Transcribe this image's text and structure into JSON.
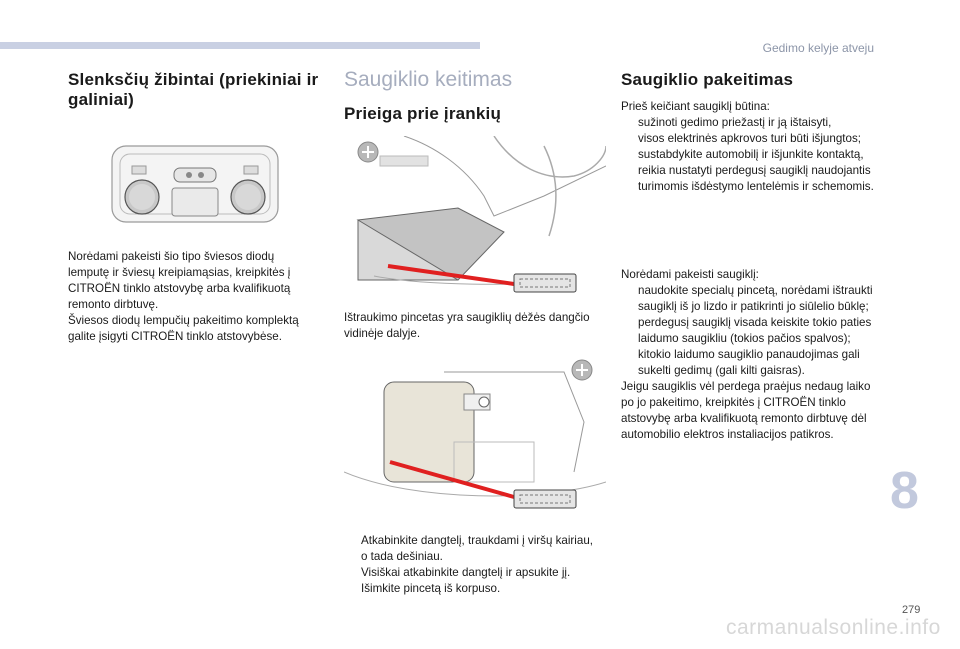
{
  "header": {
    "title": "Gedimo kelyje atveju"
  },
  "left": {
    "heading": "Slenksčių žibintai (priekiniai ir galiniai)",
    "paragraph1": "Norėdami pakeisti šio tipo šviesos diodų lemputę ir šviesų kreipiamąsias, kreipkitės į CITROËN tinklo atstovybę arba kvalifikuotą remonto dirbtuvę.",
    "paragraph2": "Šviesos diodų lempučių pakeitimo komplektą galite įsigyti CITROËN tinklo atstovybėse."
  },
  "middle": {
    "heading": "Saugiklio keitimas",
    "subheading": "Prieiga prie įrankių",
    "caption": "Ištraukimo pincetas yra saugiklių dėžės dangčio vidinėje dalyje.",
    "steps": [
      "Atkabinkite dangtelį, traukdami į viršų kairiau, o tada dešiniau.",
      "Visiškai atkabinkite dangtelį ir apsukite jį.",
      "Išimkite pincetą iš korpuso."
    ]
  },
  "right": {
    "heading": "Saugiklio pakeitimas",
    "intro": "Prieš keičiant saugiklį būtina:",
    "pre_items": [
      "sužinoti gedimo priežastį ir ją ištaisyti,",
      "visos elektrinės apkrovos turi būti išjungtos;",
      "sustabdykite automobilį ir išjunkite kontaktą,",
      "reikia nustatyti perdegusį saugiklį naudojantis turimomis išdėstymo lentelėmis ir schemomis."
    ],
    "intro2": "Norėdami pakeisti saugiklį:",
    "items": [
      "naudokite specialų pincetą, norėdami ištraukti saugiklį iš jo lizdo ir patikrinti jo siūlelio būklę;",
      "perdegusį saugiklį visada keiskite tokio paties laidumo saugikliu (tokios pačios spalvos); kitokio laidumo saugiklio panaudojimas gali sukelti gedimų (gali kilti gaisras)."
    ],
    "outro": "Jeigu saugiklis vėl perdega praėjus nedaug laiko po jo pakeitimo, kreipkitės į CITROËN tinklo atstovybę arba kvalifikuotą remonto dirbtuvę dėl automobilio elektros instaliacijos patikros."
  },
  "bullet_marker": "",
  "chapter_number": "8",
  "page_number": "279",
  "watermark": "carmanualsonline.info"
}
